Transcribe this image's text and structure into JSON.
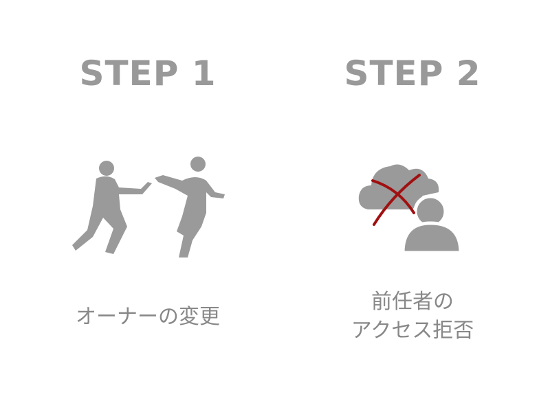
{
  "steps": [
    {
      "title": "STEP 1",
      "caption_lines": [
        "オーナーの変更"
      ],
      "icon": "relay-runners-icon"
    },
    {
      "title": "STEP 2",
      "caption_lines": [
        "前任者の",
        "アクセス拒否"
      ],
      "icon": "cloud-access-denied-icon"
    }
  ],
  "colors": {
    "gray": "#999999",
    "cross": "#a01010"
  }
}
